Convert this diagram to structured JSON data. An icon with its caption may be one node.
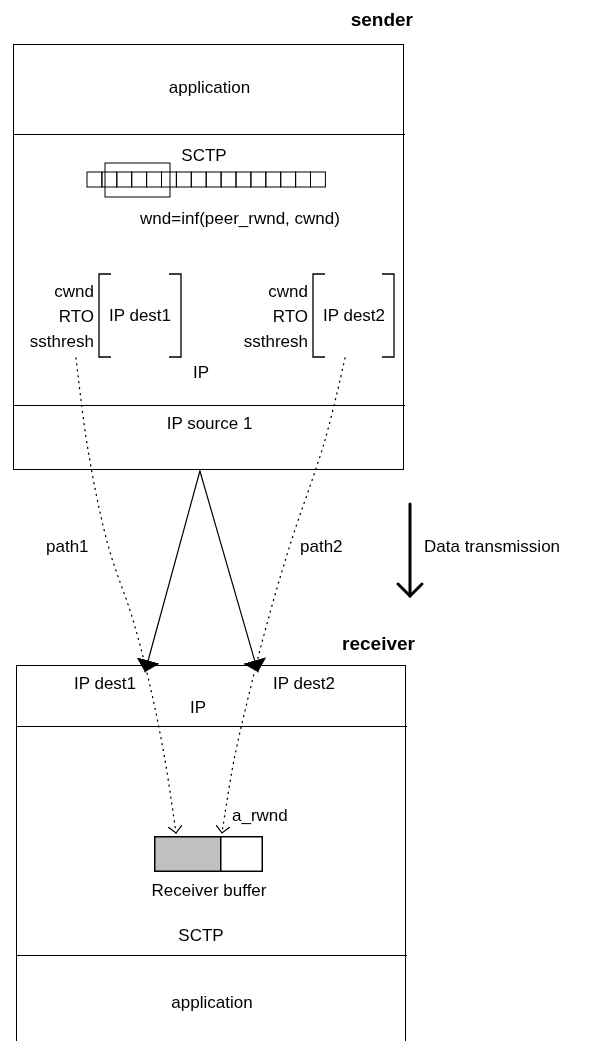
{
  "diagram": {
    "nodes": [
      {
        "text": [
          "sender"
        ]
      },
      {
        "text": [
          "application"
        ],
        "in": 0
      },
      {
        "text": [
          "SCTP",
          "wnd=inf(peer_rwnd, cwnd)",
          "IP"
        ],
        "in": 0
      },
      {
        "text": [
          "cwnd RTO ssthresh",
          "IP dest1"
        ],
        "in": 2
      },
      {
        "text": [
          "cwnd RTO ssthresh",
          "IP dest2"
        ],
        "in": 2
      },
      {
        "text": [
          "IP source 1"
        ],
        "in": 0
      },
      {
        "text": [
          "receiver"
        ]
      },
      {
        "text": [
          "IP"
        ],
        "in": 6
      },
      {
        "text": [
          "IP dest1"
        ],
        "in": 7
      },
      {
        "text": [
          "IP dest2"
        ],
        "in": 7
      },
      {
        "text": [
          "SCTP"
        ],
        "in": 6
      },
      {
        "text": [],
        "shape": "box",
        "beside": [
          "Receiver buffer"
        ],
        "in": 10
      },
      {
        "text": [
          "application"
        ],
        "in": 6
      }
    ],
    "edges": [
      {
        "from": 5,
        "to": 8,
        "arrow": "to"
      },
      {
        "from": 5,
        "to": 9,
        "arrow": "to"
      },
      {
        "from": 3,
        "to": 11,
        "arrow": "to",
        "label": "path1",
        "style": "dashed"
      },
      {
        "from": 4,
        "to": 11,
        "arrow": "to",
        "label": "path2",
        "style": "dashed"
      }
    ],
    "labels": [
      "a_rwnd",
      "Data transmission"
    ]
  }
}
